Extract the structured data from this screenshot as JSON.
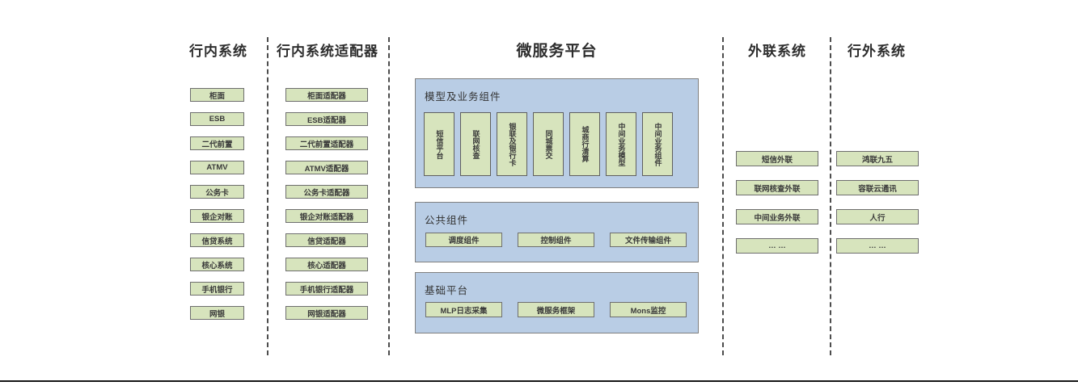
{
  "columns": [
    {
      "title": "行内系统",
      "boxes": [
        "柜面",
        "ESB",
        "二代前置",
        "ATMV",
        "公务卡",
        "银企对账",
        "信贷系统",
        "核心系统",
        "手机银行",
        "网银"
      ]
    },
    {
      "title": "行内系统适配器",
      "boxes": [
        "柜面适配器",
        "ESB适配器",
        "二代前置适配器",
        "ATMV适配器",
        "公务卡适配器",
        "银企对账适配器",
        "信贷适配器",
        "核心适配器",
        "手机银行适配器",
        "网银适配器"
      ]
    },
    {
      "title": "微服务平台",
      "groups": [
        {
          "label": "模型及业务组件",
          "boxes": [
            "短信平台",
            "联网核查",
            "银联及银行卡",
            "同城票交",
            "城商行清算",
            "中间业务模型",
            "中间业务组件"
          ]
        },
        {
          "label": "公共组件",
          "boxes": [
            "调度组件",
            "控制组件",
            "文件传输组件"
          ]
        },
        {
          "label": "基础平台",
          "boxes": [
            "MLP日志采集",
            "微服务框架",
            "Mons监控"
          ]
        }
      ]
    },
    {
      "title": "外联系统",
      "boxes": [
        "短信外联",
        "联网核查外联",
        "中间业务外联",
        "… …"
      ]
    },
    {
      "title": "行外系统",
      "boxes": [
        "鸿联九五",
        "容联云通讯",
        "人行",
        "… …"
      ]
    }
  ],
  "colors": {
    "box_fill": "#d7e4bd",
    "panel_fill": "#b9cde5",
    "box_border": "#6e6e6e",
    "divider": "#4d4d4d",
    "bottom_rule": "#161616"
  }
}
